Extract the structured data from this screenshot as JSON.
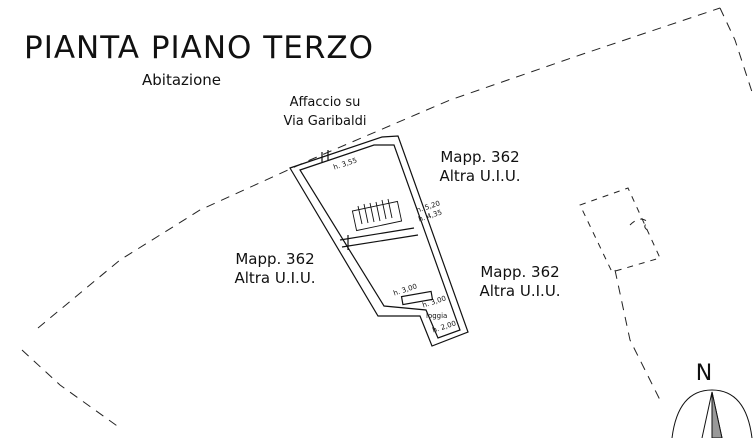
{
  "drawing": {
    "title": "PIANTA PIANO TERZO",
    "subtitle": "Abitazione",
    "labels": {
      "street_line1": "Affaccio su",
      "street_line2": "Via Garibaldi",
      "mapp_top_line1": "Mapp. 362",
      "mapp_top_line2": "Altra U.I.U.",
      "mapp_left_line1": "Mapp. 362",
      "mapp_left_line2": "Altra U.I.U.",
      "mapp_right_line1": "Mapp. 362",
      "mapp_right_line2": "Altra U.I.U."
    },
    "heights": {
      "h_top": "h. 3,55",
      "h_mid1": "h. 5,20",
      "h_mid2": "h. 4,35",
      "h_low": "h. 3,00",
      "h_loggia": "h. 3,00",
      "h_bottom": "h. 2,00"
    },
    "loggia_label": "loggia",
    "north": "N"
  }
}
